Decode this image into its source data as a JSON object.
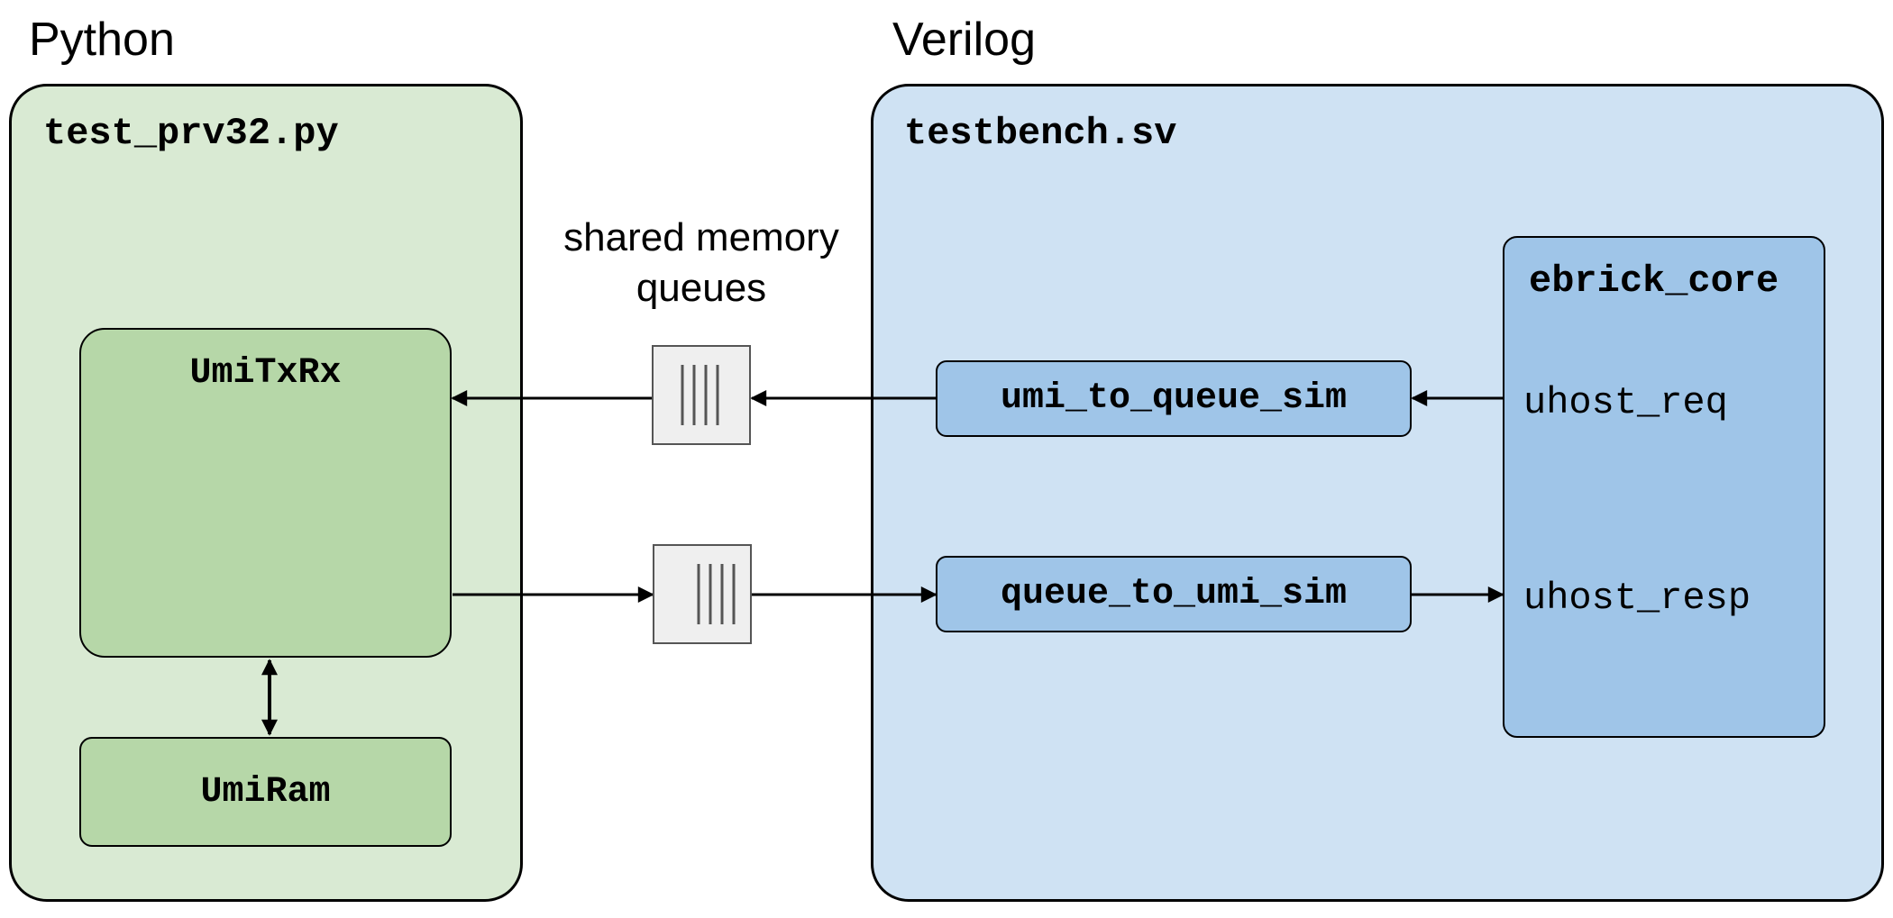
{
  "headings": {
    "python": "Python",
    "verilog": "Verilog"
  },
  "python_panel": {
    "file": "test_prv32.py",
    "umitxrx": "UmiTxRx",
    "umiram": "UmiRam"
  },
  "queues": {
    "caption_line1": "shared memory",
    "caption_line2": "queues"
  },
  "verilog_panel": {
    "file": "testbench.sv",
    "umi_to_queue": "umi_to_queue_sim",
    "queue_to_umi": "queue_to_umi_sim",
    "core": {
      "title": "ebrick_core",
      "req": "uhost_req",
      "resp": "uhost_resp"
    }
  },
  "colors": {
    "python_panel_fill": "#d9ead3",
    "python_block_fill": "#b6d7a8",
    "verilog_panel_fill": "#cfe2f3",
    "verilog_block_fill": "#9fc5e8",
    "queue_fill": "#efefef",
    "stroke": "#000000"
  }
}
